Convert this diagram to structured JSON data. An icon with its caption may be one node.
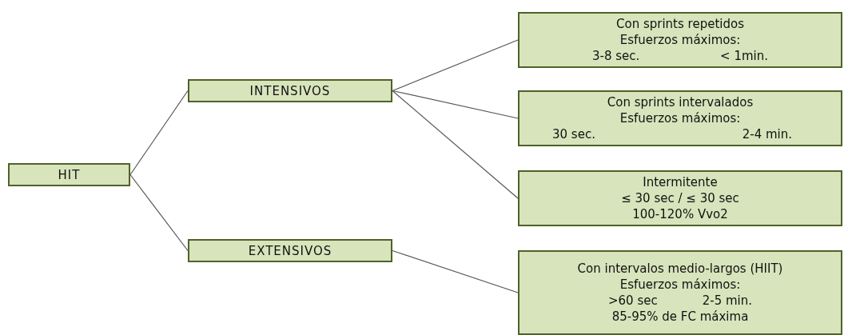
{
  "diagram": {
    "nodes": [
      {
        "text": [
          "HIT"
        ]
      },
      {
        "text": [
          "INTENSIVOS"
        ]
      },
      {
        "text": [
          "EXTENSIVOS"
        ]
      },
      {
        "text": [
          "Con sprints repetidos",
          "Esfuerzos máximos:",
          "3-8 sec.",
          "< 1min."
        ]
      },
      {
        "text": [
          "Con sprints intervalados",
          "Esfuerzos máximos:",
          "30 sec.",
          "2-4 min."
        ]
      },
      {
        "text": [
          "Intermitente",
          "≤ 30 sec / ≤ 30 sec",
          "100-120% Vvo2"
        ]
      },
      {
        "text": [
          "Con intervalos medio-largos (HIIT)",
          "Esfuerzos máximos:",
          ">60 sec",
          "2-5 min.",
          "85-95% de FC máxima"
        ]
      }
    ],
    "edges": [
      {
        "from": 0,
        "to": 1,
        "arrow": "none"
      },
      {
        "from": 0,
        "to": 2,
        "arrow": "none"
      },
      {
        "from": 1,
        "to": 3,
        "arrow": "none"
      },
      {
        "from": 1,
        "to": 4,
        "arrow": "none"
      },
      {
        "from": 1,
        "to": 5,
        "arrow": "none"
      },
      {
        "from": 2,
        "to": 6,
        "arrow": "none"
      }
    ]
  }
}
